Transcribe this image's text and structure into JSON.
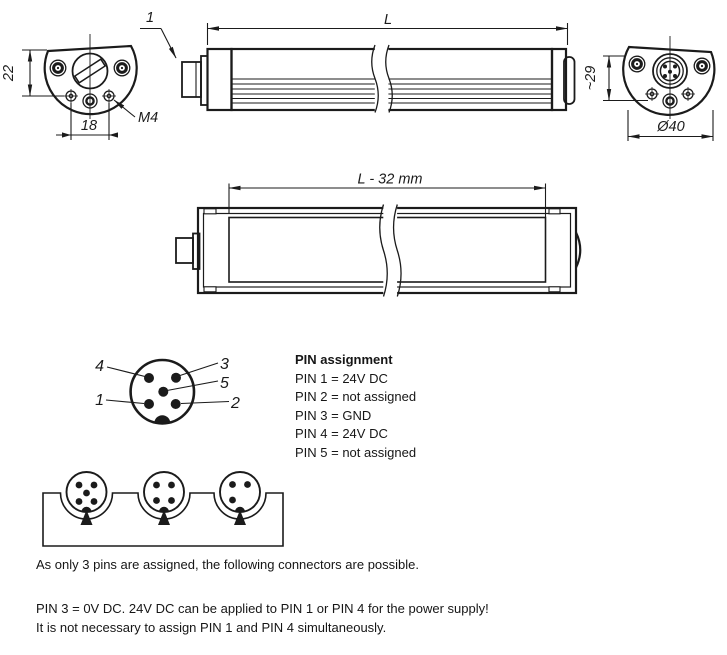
{
  "drawing": {
    "callout_connector": "1",
    "dim_length": "L",
    "dim_height_front": "22",
    "dim_hole_spacing": "18",
    "thread_label": "M4",
    "dim_height_rear": "~29",
    "dim_diameter": "Ø40",
    "dim_window_length": "L - 32 mm"
  },
  "pin_diagram": {
    "labels": {
      "p1": "1",
      "p2": "2",
      "p3": "3",
      "p4": "4",
      "p5": "5"
    }
  },
  "pin_assignment": {
    "title": "PIN assignment",
    "rows": [
      "PIN 1 = 24V DC",
      "PIN 2 = not assigned",
      "PIN 3 = GND",
      "PIN 4 = 24V DC",
      "PIN 5 = not assigned"
    ]
  },
  "notes": {
    "connectors_possible": "As only 3 pins are assigned, the following connectors are possible.",
    "power_line1": "PIN 3 = 0V DC. 24V DC can be applied to PIN 1 or PIN 4 for the power supply!",
    "power_line2": "It is not necessary to assign PIN 1 and PIN 4 simultaneously."
  }
}
